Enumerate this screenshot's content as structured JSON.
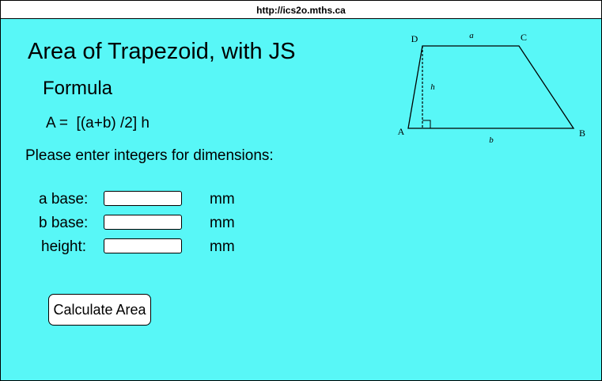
{
  "browser": {
    "url": "http://ics2o.mths.ca"
  },
  "page": {
    "title": "Area of Trapezoid, with JS",
    "formula_heading": "Formula",
    "formula": "A =  [(a+b) /2] h",
    "prompt": "Please enter integers for dimensions:"
  },
  "form": {
    "fields": [
      {
        "label": "a base:",
        "value": "",
        "unit": "mm"
      },
      {
        "label": "b base:",
        "value": "",
        "unit": "mm"
      },
      {
        "label": "height:",
        "value": "",
        "unit": "mm"
      }
    ],
    "button_label": "Calculate Area"
  },
  "diagram": {
    "vertices": {
      "a": "A",
      "b": "B",
      "c": "C",
      "d": "D"
    },
    "sides": {
      "top": "a",
      "bottom": "b",
      "height": "h"
    }
  },
  "colors": {
    "background": "#58f7f7",
    "url_bar": "#ffffff"
  }
}
